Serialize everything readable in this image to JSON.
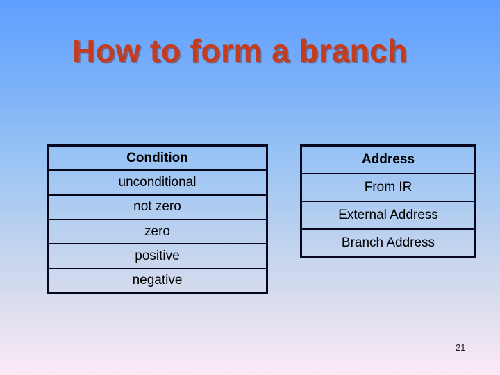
{
  "slide": {
    "title": "How to form a branch",
    "page_number": "21"
  },
  "tables": {
    "condition": {
      "header": "Condition",
      "rows": [
        "unconditional",
        "not zero",
        "zero",
        "positive",
        "negative"
      ]
    },
    "address": {
      "header": "Address",
      "rows": [
        "From IR",
        "External Address",
        "Branch Address"
      ]
    }
  },
  "colors": {
    "title_text": "#c43b1d",
    "table_border": "#06061c",
    "cell_text": "#000000",
    "background_top": "#5e9eff",
    "background_middle": "#b0cdf1",
    "background_bottom": "#fceaf6",
    "page_number_text": "#1c1c1c"
  }
}
